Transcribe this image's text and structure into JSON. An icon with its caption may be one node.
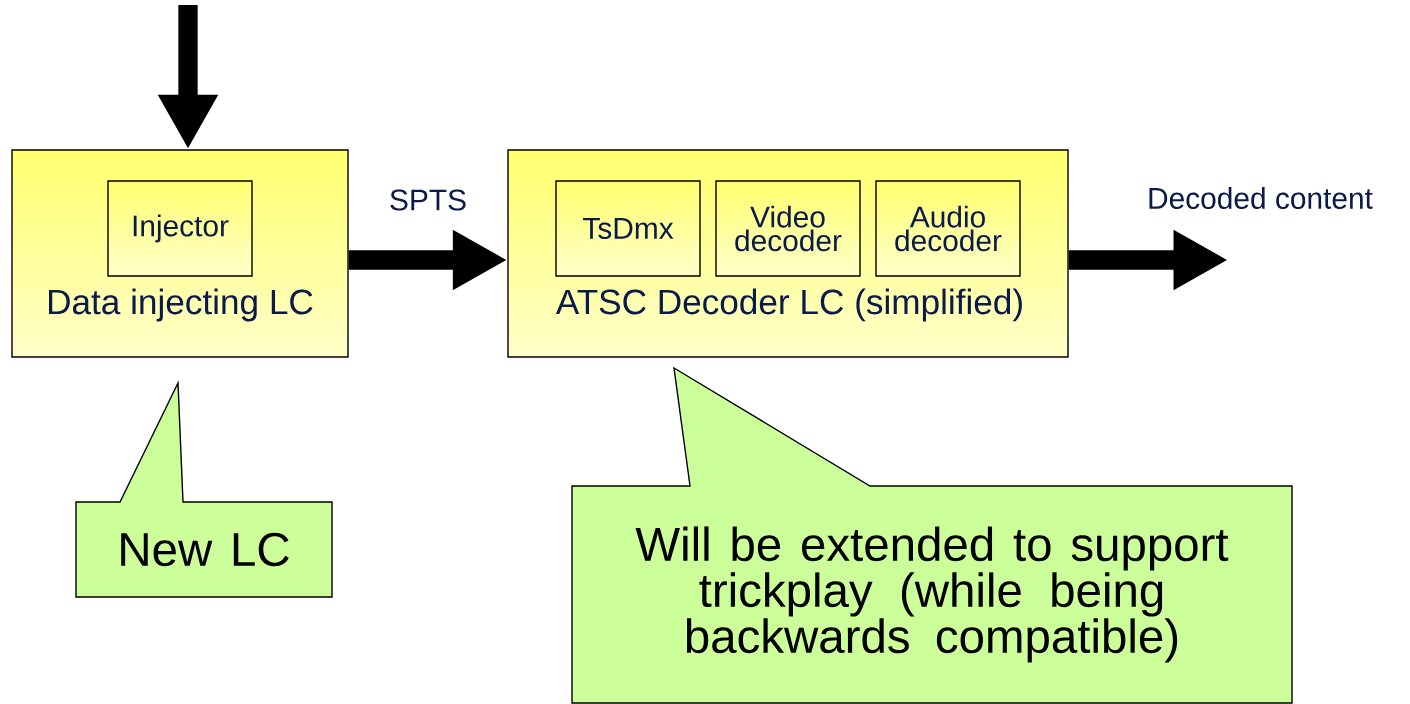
{
  "diagram": {
    "nodes": [
      {
        "text": [
          "Data injecting LC"
        ]
      },
      {
        "text": [
          "Injector"
        ],
        "in": 0
      },
      {
        "text": [
          "ATSC Decoder LC (simplified)"
        ]
      },
      {
        "text": [
          "TsDmx"
        ],
        "in": 2
      },
      {
        "text": [
          "Video decoder"
        ],
        "in": 2
      },
      {
        "text": [
          "Audio decoder"
        ],
        "in": 2
      },
      {
        "text": [
          "New LC"
        ]
      },
      {
        "text": [
          "Will be extended to support trickplay (while being backwards compatible)"
        ]
      }
    ],
    "edges": [
      {
        "from": null,
        "to": 0,
        "arrow": "to"
      },
      {
        "from": 0,
        "to": 2,
        "arrow": "to",
        "label": "SPTS"
      },
      {
        "from": 2,
        "to": null,
        "arrow": "to",
        "label": "Decoded content"
      }
    ]
  }
}
